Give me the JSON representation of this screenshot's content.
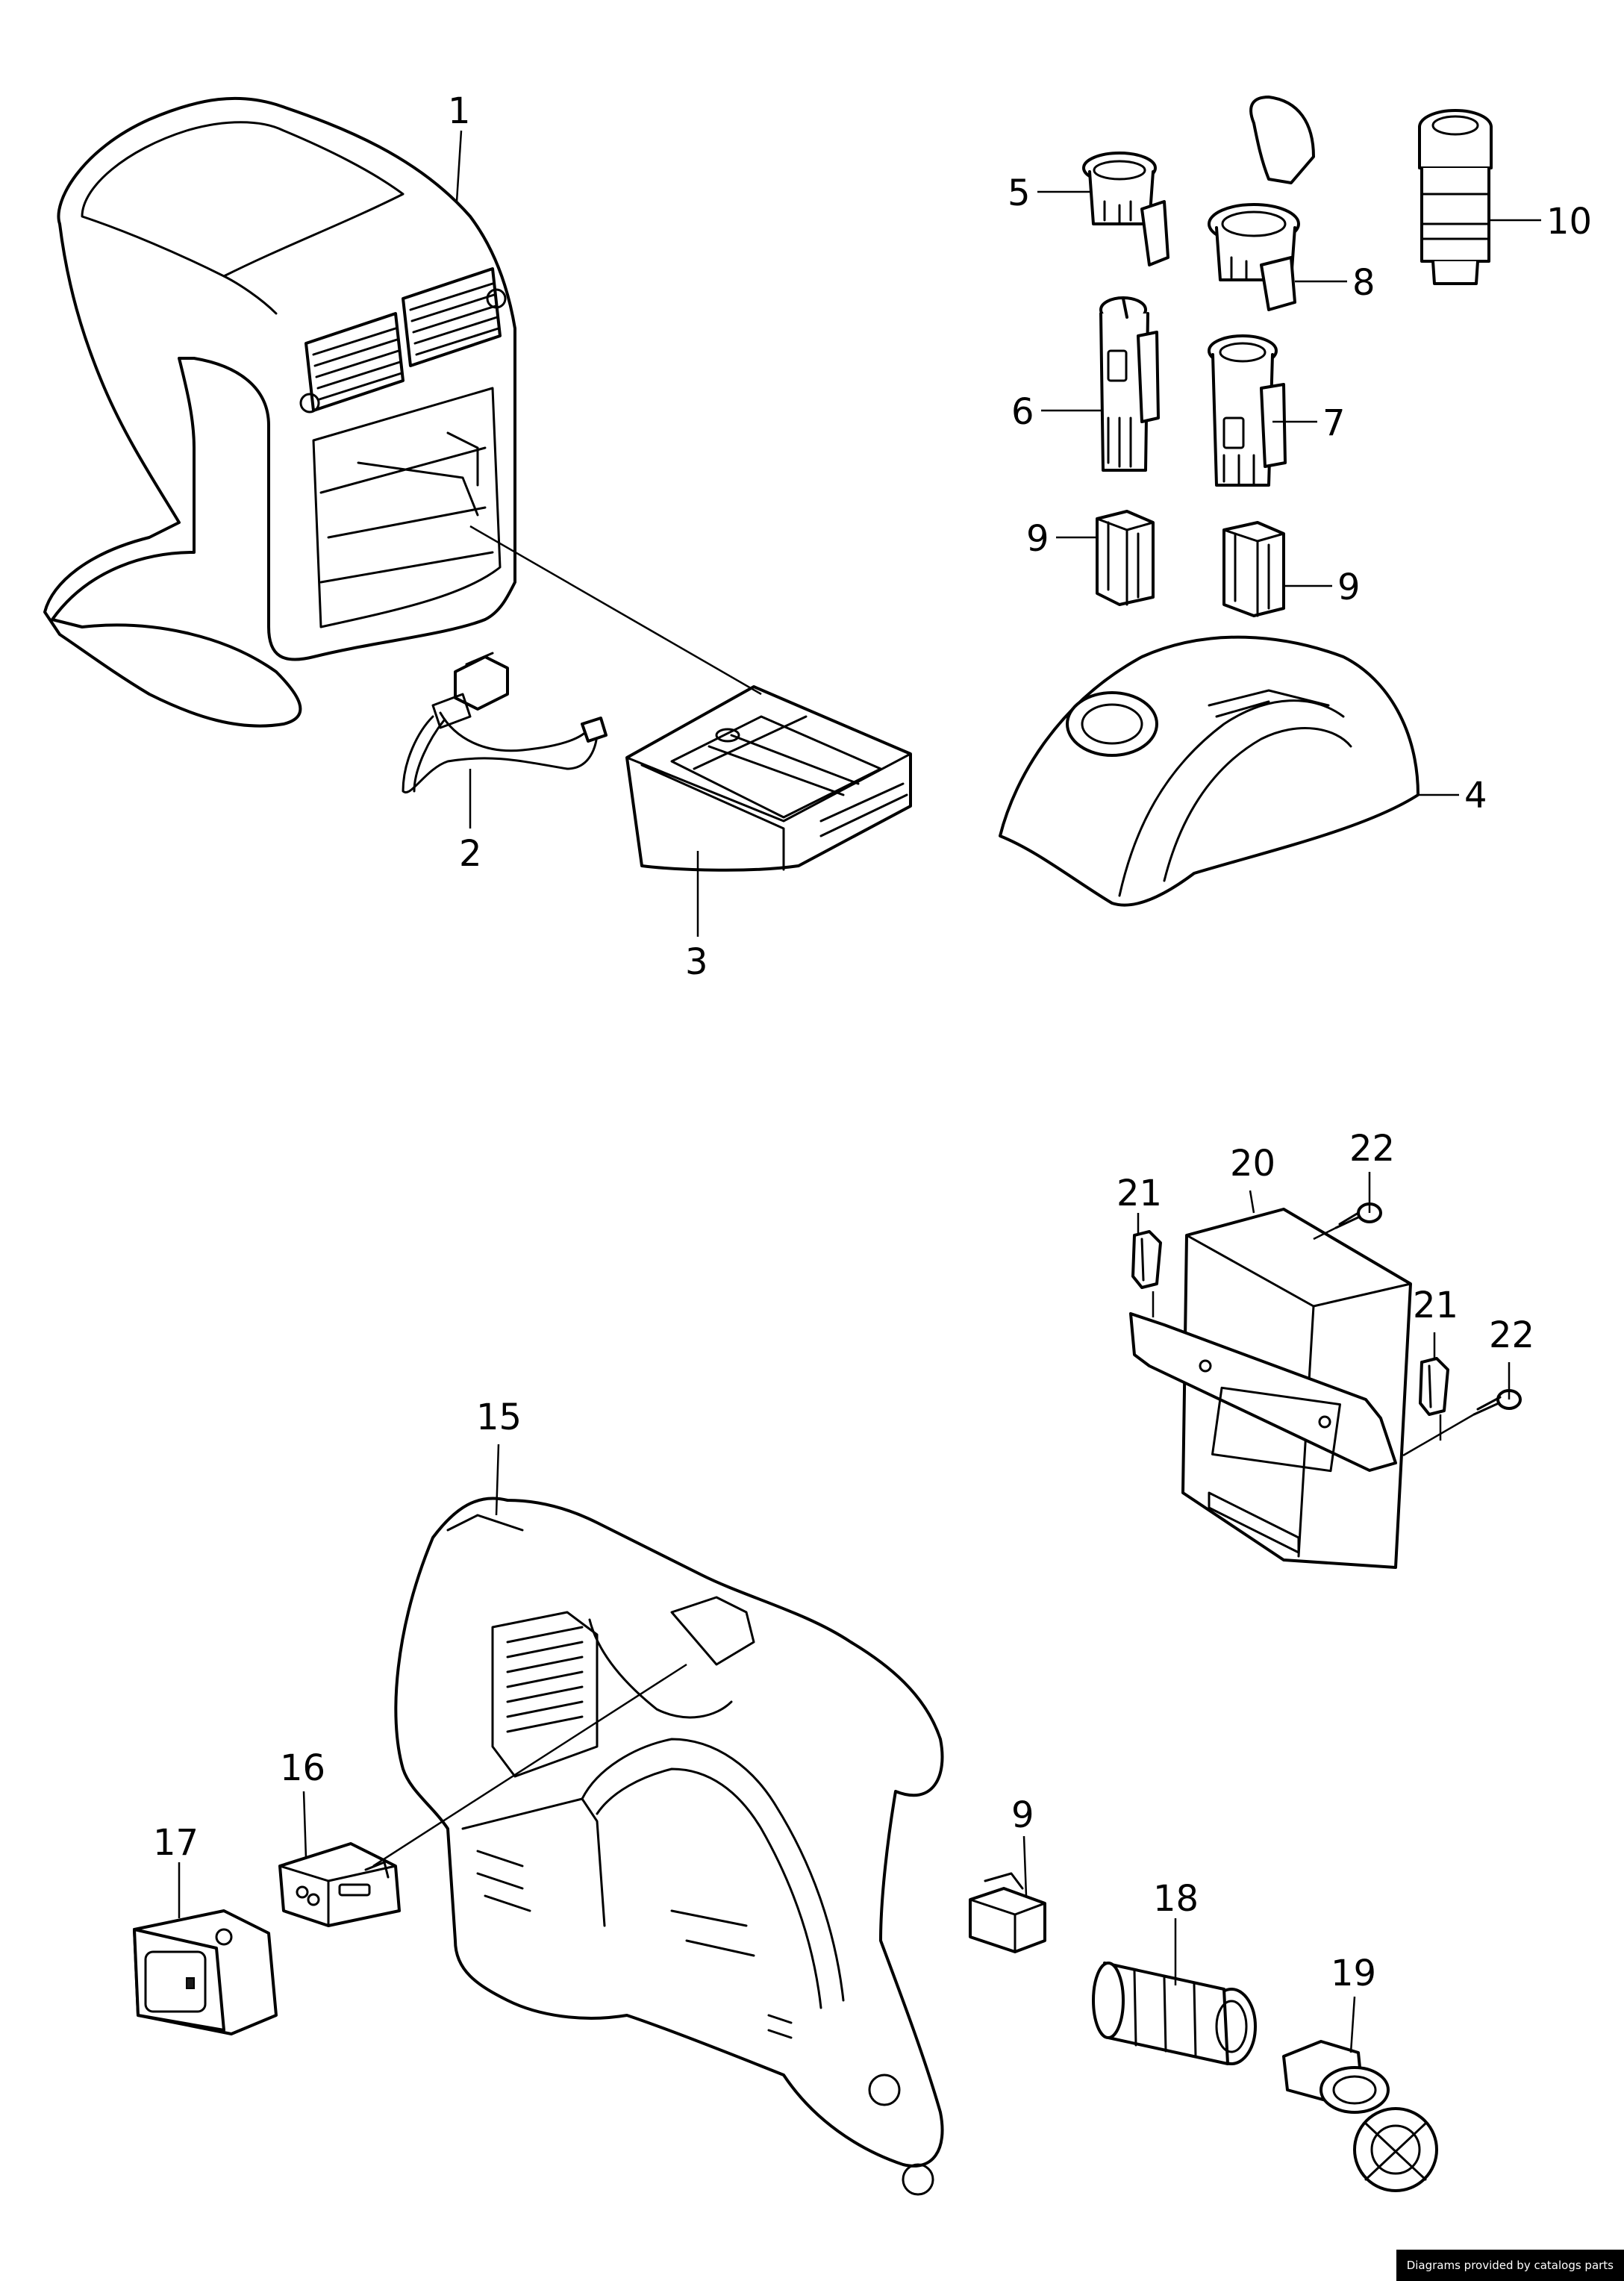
{
  "callouts": [
    {
      "id": "1",
      "label": "1"
    },
    {
      "id": "2",
      "label": "2"
    },
    {
      "id": "3",
      "label": "3"
    },
    {
      "id": "4",
      "label": "4"
    },
    {
      "id": "5",
      "label": "5"
    },
    {
      "id": "6",
      "label": "6"
    },
    {
      "id": "7",
      "label": "7"
    },
    {
      "id": "8",
      "label": "8"
    },
    {
      "id": "9a",
      "label": "9"
    },
    {
      "id": "9b",
      "label": "9"
    },
    {
      "id": "9c",
      "label": "9"
    },
    {
      "id": "10",
      "label": "10"
    },
    {
      "id": "15",
      "label": "15"
    },
    {
      "id": "16",
      "label": "16"
    },
    {
      "id": "17",
      "label": "17"
    },
    {
      "id": "18",
      "label": "18"
    },
    {
      "id": "19",
      "label": "19"
    },
    {
      "id": "20",
      "label": "20"
    },
    {
      "id": "21a",
      "label": "21"
    },
    {
      "id": "21b",
      "label": "21"
    },
    {
      "id": "22a",
      "label": "22"
    },
    {
      "id": "22b",
      "label": "22"
    }
  ],
  "footer": {
    "credit": "Diagrams provided by catalogs parts"
  }
}
